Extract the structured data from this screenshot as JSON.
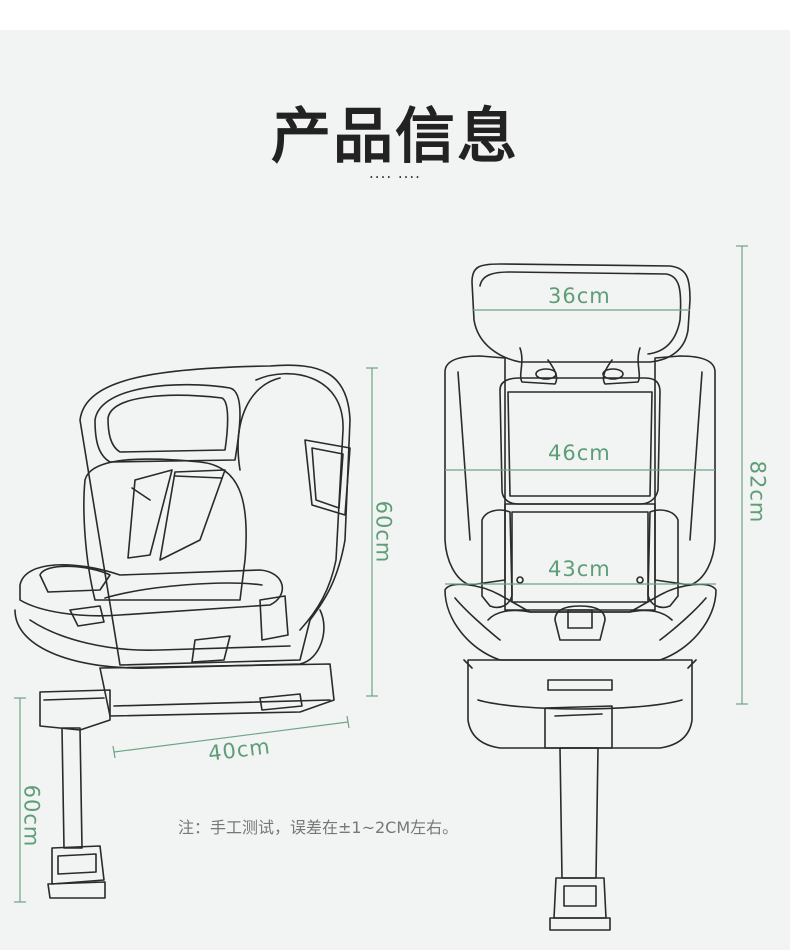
{
  "title": "产品信息",
  "title_dots": ".... ....",
  "side_view": {
    "height_label": "60cm",
    "depth_label": "40cm",
    "leg_label": "60cm"
  },
  "front_view": {
    "headrest_width_label": "36cm",
    "shoulder_width_label": "46cm",
    "seat_width_label": "43cm",
    "total_height_label": "82cm"
  },
  "note": "注：手工测试，误差在±1~2CM左右。",
  "colors": {
    "background": "#f2f3f3",
    "dimension_green": "#5e9e76",
    "line_art": "#2a2a2a"
  }
}
